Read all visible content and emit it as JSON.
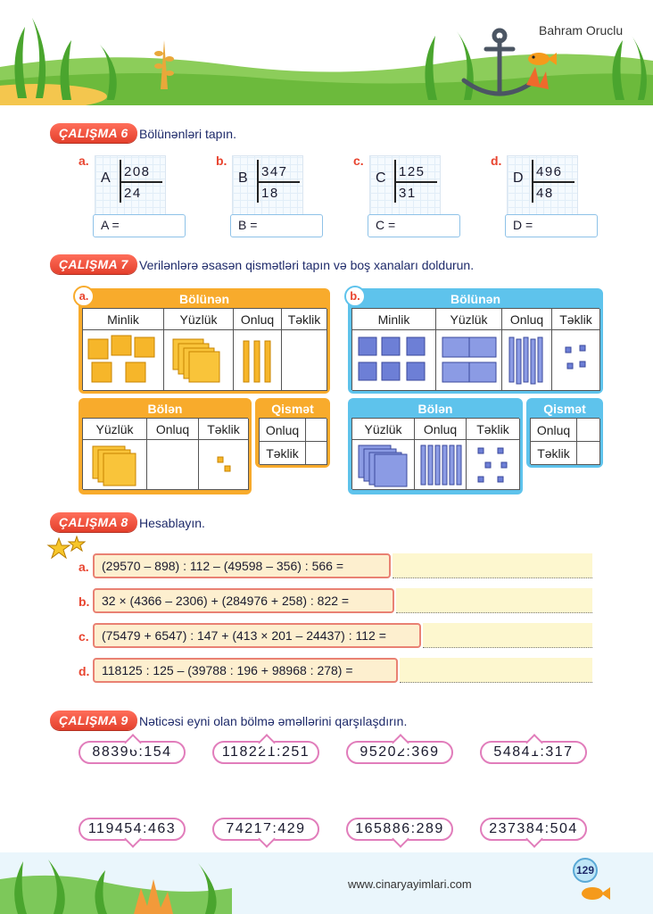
{
  "header": {
    "author": "Bahram Oruclu"
  },
  "ex6": {
    "badge": "ÇALIŞMA 6",
    "instruction": "Bölünənləri tapın.",
    "items": [
      {
        "letter": "a.",
        "var": "A",
        "top": "208",
        "bottom": "24",
        "answer": "A ="
      },
      {
        "letter": "b.",
        "var": "B",
        "top": "347",
        "bottom": "18",
        "answer": "B ="
      },
      {
        "letter": "c.",
        "var": "C",
        "top": "125",
        "bottom": "31",
        "answer": "C ="
      },
      {
        "letter": "d.",
        "var": "D",
        "top": "496",
        "bottom": "48",
        "answer": "D ="
      }
    ]
  },
  "ex7": {
    "badge": "ÇALIŞMA 7",
    "instruction": "Verilənlərə əsasən qismətləri tapın və boş xanaları doldurun.",
    "a": {
      "letter": "a.",
      "dividend_title": "Bölünən",
      "cols": [
        "Minlik",
        "Yüzlük",
        "Onluq",
        "Təklik"
      ],
      "divisor_title": "Bölən",
      "divisor_cols": [
        "Yüzlük",
        "Onluq",
        "Təklik"
      ],
      "quot_title": "Qismət",
      "quot_rows": [
        "Onluq",
        "Təklik"
      ]
    },
    "b": {
      "letter": "b.",
      "dividend_title": "Bölünən",
      "cols": [
        "Minlik",
        "Yüzlük",
        "Onluq",
        "Təklik"
      ],
      "divisor_title": "Bölən",
      "divisor_cols": [
        "Yüzlük",
        "Onluq",
        "Təklik"
      ],
      "quot_title": "Qismət",
      "quot_rows": [
        "Onluq",
        "Təklik"
      ]
    },
    "colors": {
      "a": "#f8ab2c",
      "b": "#5ec3ec"
    }
  },
  "ex8": {
    "badge": "ÇALIŞMA 8",
    "instruction": "Hesablayın.",
    "items": [
      {
        "letter": "a.",
        "expr": "(29570 – 898) : 112 – (49598 – 356) : 566 ="
      },
      {
        "letter": "b.",
        "expr": "32 × (4366 – 2306) + (284976 + 258) : 822 ="
      },
      {
        "letter": "c.",
        "expr": "(75479 + 6547) : 147 + (413 × 201 – 24437) : 112 ="
      },
      {
        "letter": "d.",
        "expr": "118125 : 125 – (39788 : 196 + 98968 : 278) ="
      }
    ]
  },
  "ex9": {
    "badge": "ÇALIŞMA 9",
    "instruction": "Nəticəsi eyni olan bölmə əməllərini qarşılaşdırın.",
    "top": [
      "88396:154",
      "118221:251",
      "95202:369",
      "54841:317"
    ],
    "bottom": [
      "119454:463",
      "74217:429",
      "165886:289",
      "237384:504"
    ]
  },
  "footer": {
    "url": "www.cinaryayimlari.com",
    "page": "129"
  }
}
